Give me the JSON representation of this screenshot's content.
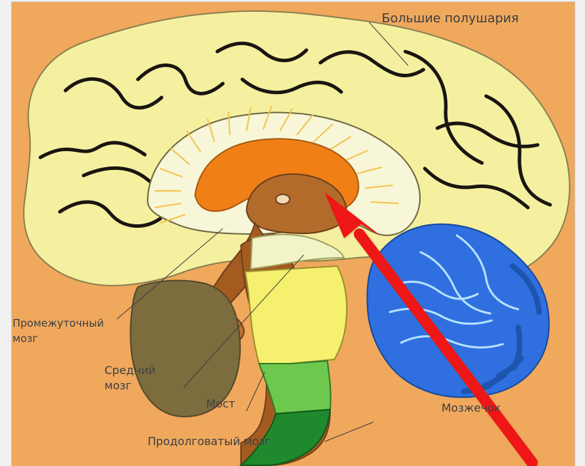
{
  "labels": {
    "hemispheres": "Большие полушария",
    "diencephalon_line1": "Промежуточный",
    "diencephalon_line2": "мозг",
    "midbrain_line1": "Средний",
    "midbrain_line2": "мозг",
    "pons": "Мост",
    "cerebellum": "Мозжечок",
    "medulla": "Продолговатый мозг"
  },
  "colors": {
    "background": "#f0a85c",
    "cerebrum": "#f4f0a0",
    "cerebellum": "#2f6fe0",
    "brainstem": "#a25a1e",
    "thalamus": "#f07f16",
    "pons": "#f5f06e",
    "medulla": "#1f8a2d",
    "arrow": "#ee1616"
  }
}
